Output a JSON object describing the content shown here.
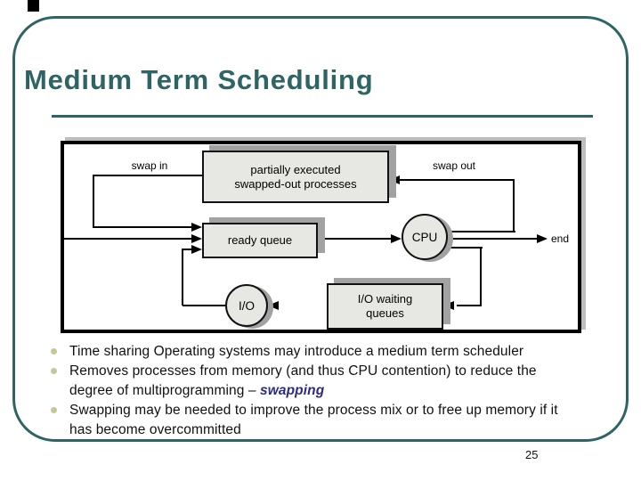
{
  "slide": {
    "title": "Medium Term Scheduling",
    "page_number": "25"
  },
  "colors": {
    "accent_teal": "#2e6564",
    "bullet_tan": "#c6c69a",
    "swapping_navy": "#2b2b85",
    "box_fill": "#e7e7e4",
    "shadow_gray": "#a2a2a2"
  },
  "diagram": {
    "labels": {
      "swap_in": "swap in",
      "swap_out": "swap out",
      "end": "end",
      "cpu": "CPU",
      "io": "I/O",
      "swapped_out_line1": "partially executed",
      "swapped_out_line2": "swapped-out processes",
      "ready_queue": "ready queue",
      "io_waiting_line1": "I/O waiting",
      "io_waiting_line2": "queues"
    }
  },
  "bullets": {
    "b1_l1": "Time sharing Operating systems may introduce a medium term scheduler",
    "b2_l1": "Removes processes from memory (and thus CPU contention) to reduce the",
    "b2_l2_prefix": "degree of multiprogramming – ",
    "b2_l2_emphasis": "swapping",
    "b3_l1": "Swapping may be needed to improve the process mix or to free up memory if it",
    "b3_l2": "has become overcommitted"
  }
}
